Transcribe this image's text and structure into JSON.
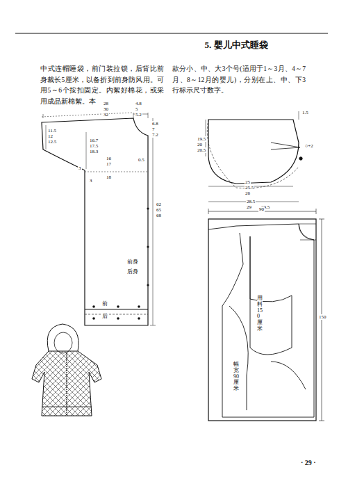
{
  "diagram": {
    "title": "5. 婴儿中式睡袋",
    "labels": [
      "中式连帽睡袋，前门装拉锁，后背比前身裁长5厘米，以备折到前身防风用。可用5～6个按扣固定。内絮好棉花，或采用成品新棉絮。本",
      "款分小、中、大3个号(适用于1～3月、4～7月、8～12月的婴儿)，分别在上、中、下3行标示尺寸数字。",
      "28",
      "30",
      "32",
      "4.8",
      "5",
      "5.2",
      "6.8",
      "7",
      "7.2",
      "0.5",
      "11.5",
      "12",
      "12.5",
      "16.7",
      "17.5",
      "18.3",
      "16",
      "17",
      "18",
      "3",
      "3",
      "前身",
      "后身",
      "62",
      "65",
      "68",
      "前",
      "后",
      "1.5",
      "19.5",
      "20",
      "20.5",
      "○+2",
      "25",
      "25.5",
      "26",
      "28.5",
      "29",
      "29.5",
      "90",
      "150",
      "用料150厘米",
      "幅宽90厘米",
      "· 29 ·"
    ]
  }
}
